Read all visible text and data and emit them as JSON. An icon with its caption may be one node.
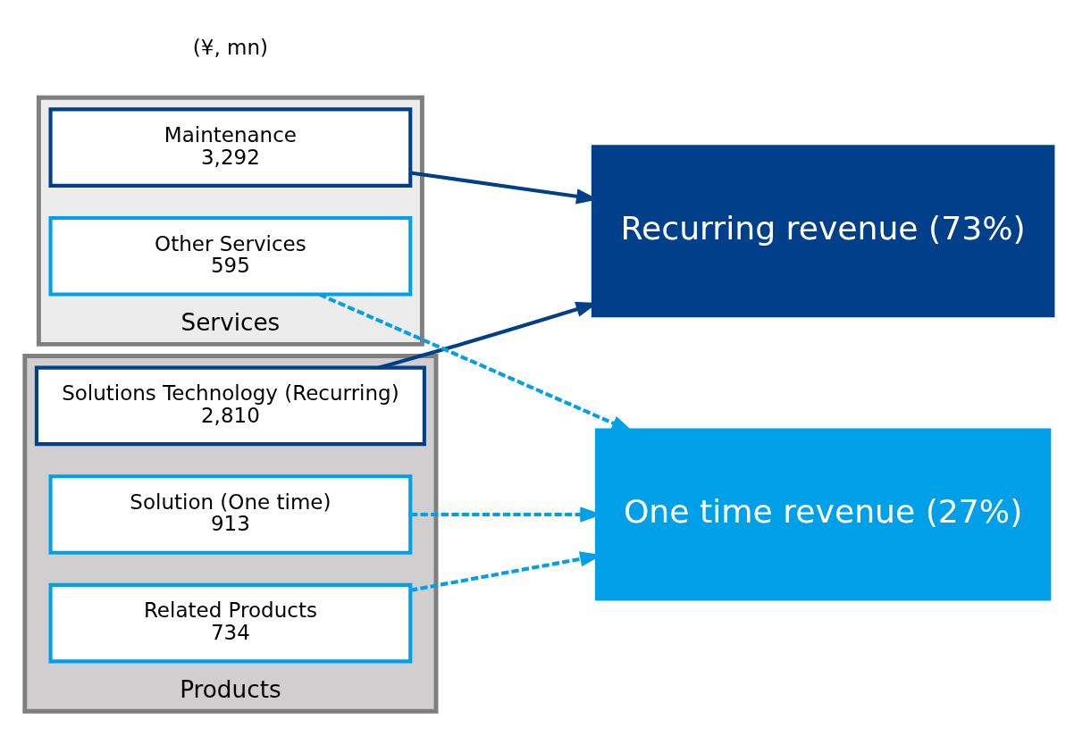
{
  "diagram": {
    "nodes": [
      {
        "text": [
          "Products"
        ]
      },
      {
        "text": [
          "Solutions Technology (Recurring)",
          "2,810"
        ],
        "in": 0
      },
      {
        "text": [
          "Solution (One time)",
          "913"
        ],
        "in": 0
      },
      {
        "text": [
          "Related Products",
          "734"
        ],
        "in": 0
      },
      {
        "text": [
          "Services"
        ]
      },
      {
        "text": [
          "Maintenance",
          "3,292"
        ],
        "in": 4
      },
      {
        "text": [
          "Other Services",
          "595"
        ],
        "in": 4
      },
      {
        "text": [
          "One time revenue (27%)"
        ]
      },
      {
        "text": [
          "Recurring revenue (73%)"
        ]
      }
    ],
    "edges": [
      {
        "from": 1,
        "to": 8,
        "arrow": "to",
        "color": "#003f8a"
      },
      {
        "from": 2,
        "to": 7,
        "arrow": "to",
        "style": "dashed",
        "color": "#00a0e9"
      },
      {
        "from": 3,
        "to": 7,
        "arrow": "to",
        "style": "dashed",
        "color": "#00a0e9"
      },
      {
        "from": 5,
        "to": 8,
        "arrow": "to",
        "color": "#003f8a"
      },
      {
        "from": 6,
        "to": 7,
        "arrow": "to",
        "style": "dashed",
        "color": "#00a0e9"
      }
    ],
    "labels": [
      "(¥, mn)"
    ]
  }
}
